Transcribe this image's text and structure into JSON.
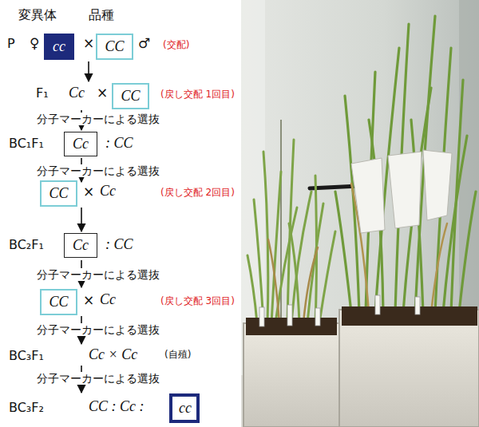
{
  "diagram": {
    "nodes": [
      {
        "text": [
          "cc"
        ]
      },
      {
        "text": [
          "CC"
        ]
      },
      {
        "text": [
          "CC"
        ]
      },
      {
        "text": [
          "Cc"
        ]
      },
      {
        "text": [
          "CC"
        ]
      },
      {
        "text": [
          "Cc"
        ]
      },
      {
        "text": [
          "CC"
        ]
      },
      {
        "text": [
          "cc"
        ]
      }
    ],
    "labels": [
      "変異体",
      "品種",
      "P",
      "♀",
      "×",
      "♂",
      "(交配)",
      "F₁",
      "Cc",
      "×",
      "(戻し交配 1回目)",
      "分子マーカーによる選抜",
      "BC₁F₁",
      ": CC",
      "分子マーカーによる選抜",
      "×",
      "Cc",
      "(戻し交配 2回目)",
      "BC₂F₁",
      ": CC",
      "分子マーカーによる選抜",
      "×",
      "Cc",
      "(戻し交配 3回目)",
      "分子マーカーによる選抜",
      "BC₃F₁",
      "Cc × Cc",
      "(自殖)",
      "分子マーカーによる選抜",
      "BC₃F₂",
      "CC : Cc :"
    ]
  }
}
